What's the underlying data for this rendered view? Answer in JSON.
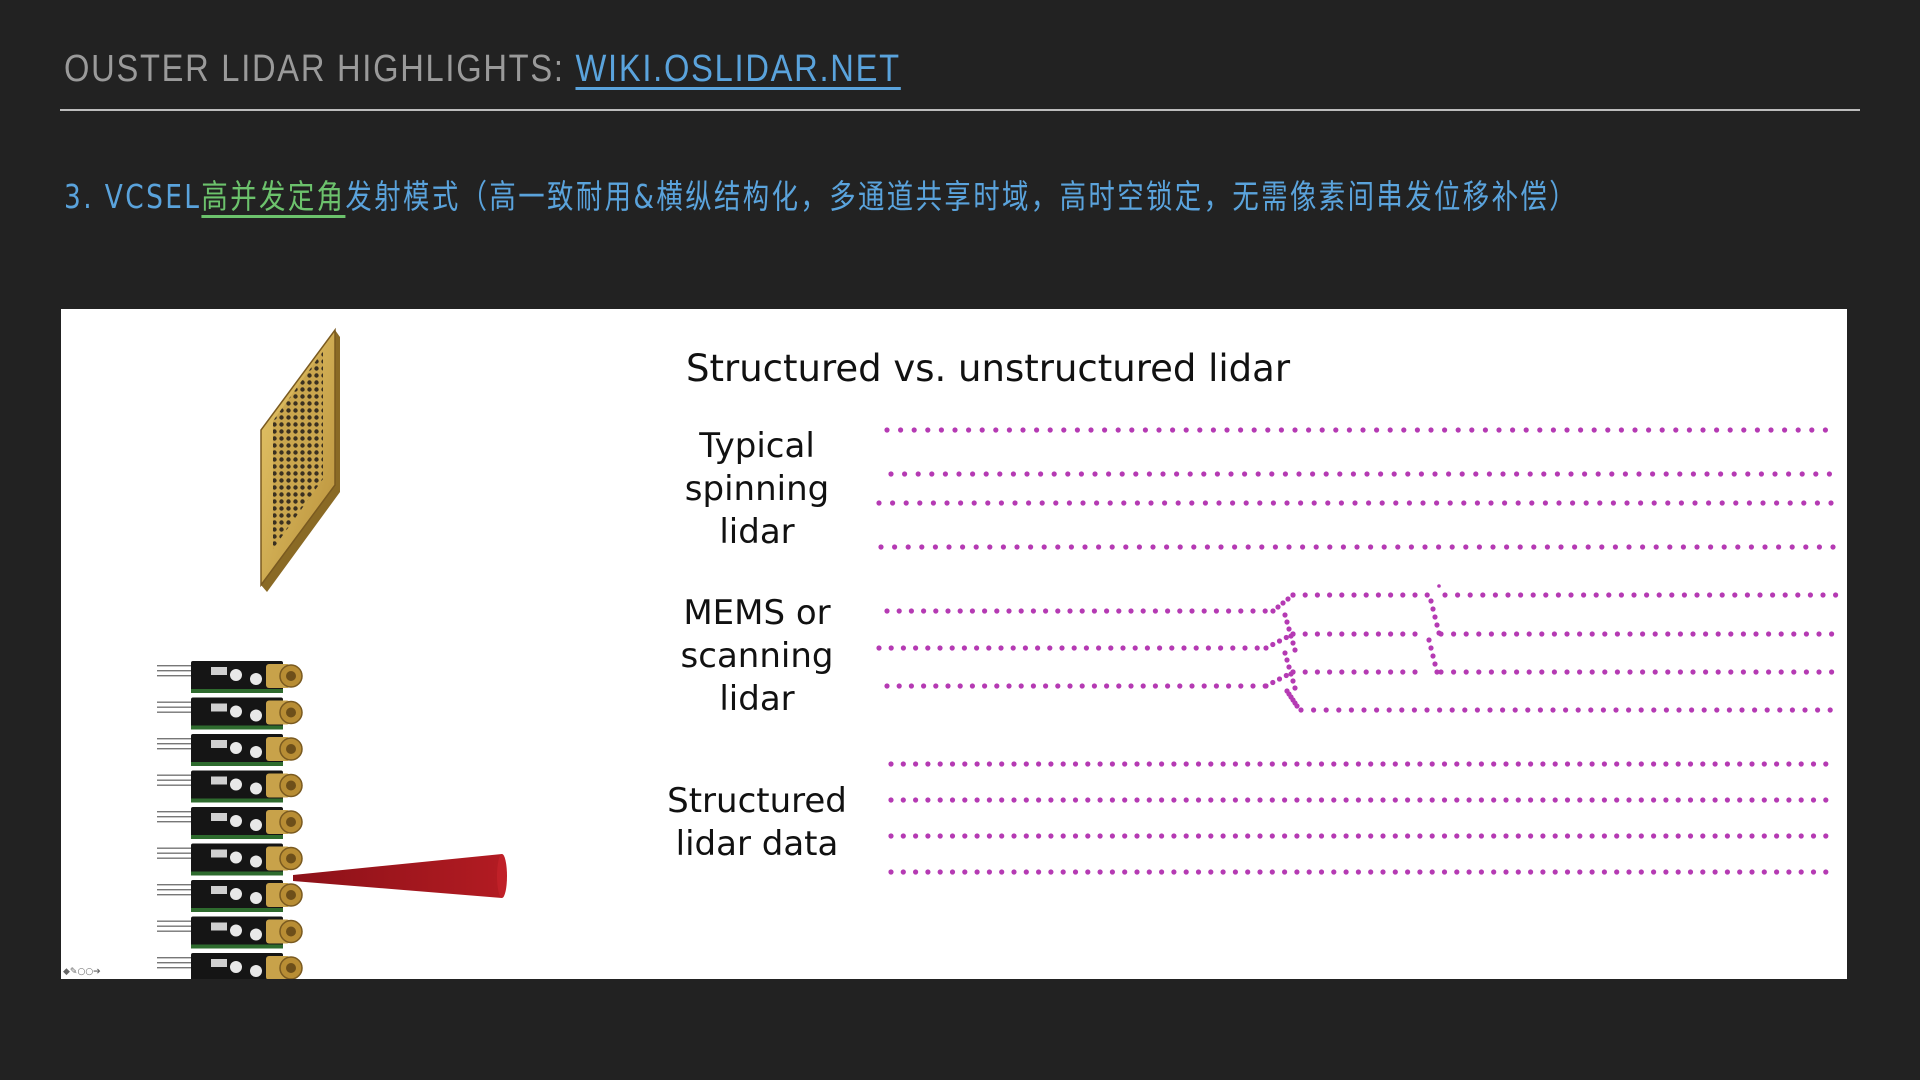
{
  "header": {
    "title_prefix": "OUSTER LIDAR HIGHLIGHTS: ",
    "link_text": "WIKI.OSLIDAR.NET"
  },
  "subtitle": {
    "number": "3. VCSEL",
    "highlight": "高并发定角",
    "rest": "发射模式（高一致耐用&横纵结构化，多通道共享时域，高时空锁定，无需像素间串发位移补偿）"
  },
  "diagram": {
    "title": "Structured vs. unstructured lidar",
    "labels": {
      "typical": [
        "Typical",
        "spinning",
        "lidar"
      ],
      "mems": [
        "MEMS or",
        "scanning",
        "lidar"
      ],
      "structured": [
        "Structured",
        "lidar data"
      ]
    },
    "dot_color": "#b53ab3",
    "nav_icons": "◆✎○○➔"
  },
  "colors": {
    "background": "#222222",
    "accent_blue": "#5aa3dc",
    "accent_green": "#6cc26c",
    "laser_red": "#a3151c"
  }
}
